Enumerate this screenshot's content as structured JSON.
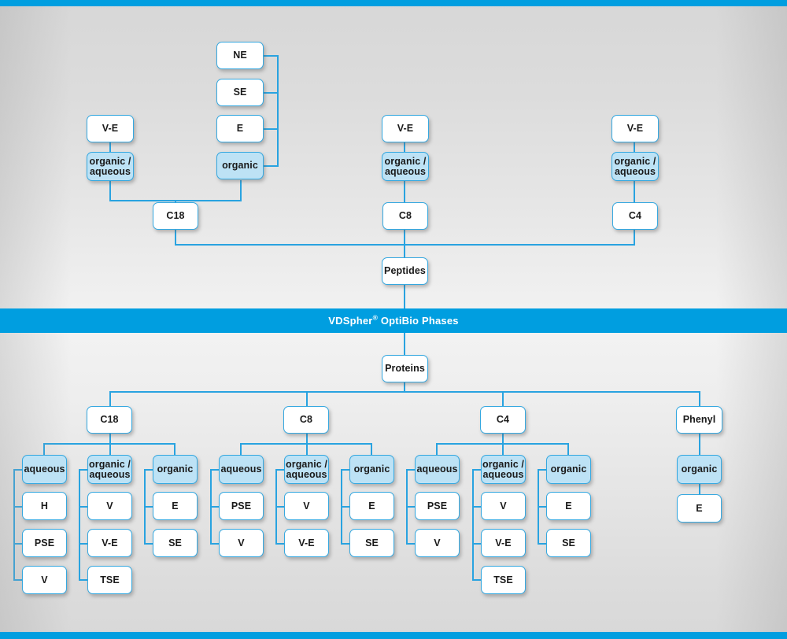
{
  "banner": {
    "text_before": "VDSpher",
    "registered": "®",
    "text_after": " OptiBio Phases",
    "color": "#009ee0"
  },
  "colors": {
    "accent": "#009ee0",
    "line": "#29a3e0",
    "box_border": "#35a8e0",
    "box_fill": "#ffffff",
    "box_fill_highlight": "#bde2f5",
    "background": "#e4e4e4"
  },
  "peptides": {
    "root_label": "Peptides",
    "columns": [
      {
        "name": "C18",
        "label": "C18",
        "modifier_label": "organic /\naqueous",
        "modifier_line1": "organic /",
        "modifier_line2": "aqueous",
        "modifier_children": [
          "V-E"
        ],
        "second_modifier_label": "organic",
        "second_modifier_children": [
          "NE",
          "SE",
          "E"
        ]
      },
      {
        "name": "C8",
        "label": "C8",
        "modifier_line1": "organic /",
        "modifier_line2": "aqueous",
        "modifier_children": [
          "V-E"
        ]
      },
      {
        "name": "C4",
        "label": "C4",
        "modifier_line1": "organic /",
        "modifier_line2": "aqueous",
        "modifier_children": [
          "V-E"
        ]
      }
    ]
  },
  "proteins": {
    "root_label": "Proteins",
    "columns": [
      {
        "label": "C18",
        "groups": [
          {
            "label_line1": "aqueous",
            "label_line2": "",
            "children": [
              "H",
              "PSE",
              "V"
            ]
          },
          {
            "label_line1": "organic /",
            "label_line2": "aqueous",
            "children": [
              "V",
              "V-E",
              "TSE"
            ]
          },
          {
            "label_line1": "organic",
            "label_line2": "",
            "children": [
              "E",
              "SE"
            ]
          }
        ]
      },
      {
        "label": "C8",
        "groups": [
          {
            "label_line1": "aqueous",
            "label_line2": "",
            "children": [
              "PSE",
              "V"
            ]
          },
          {
            "label_line1": "organic /",
            "label_line2": "aqueous",
            "children": [
              "V",
              "V-E"
            ]
          },
          {
            "label_line1": "organic",
            "label_line2": "",
            "children": [
              "E",
              "SE"
            ]
          }
        ]
      },
      {
        "label": "C4",
        "groups": [
          {
            "label_line1": "aqueous",
            "label_line2": "",
            "children": [
              "PSE",
              "V"
            ]
          },
          {
            "label_line1": "organic /",
            "label_line2": "aqueous",
            "children": [
              "V",
              "V-E",
              "TSE"
            ]
          },
          {
            "label_line1": "organic",
            "label_line2": "",
            "children": [
              "E",
              "SE"
            ]
          }
        ]
      },
      {
        "label": "Phenyl",
        "groups": [
          {
            "label_line1": "organic",
            "label_line2": "",
            "children": [
              "E"
            ]
          }
        ]
      }
    ]
  },
  "top_tree": {
    "c18": {
      "ve_label": "V-E",
      "oa_line1": "organic /",
      "oa_line2": "aqueous",
      "organic_label": "organic",
      "organic_children": [
        "NE",
        "SE",
        "E"
      ],
      "root_label": "C18"
    },
    "c8": {
      "ve_label": "V-E",
      "oa_line1": "organic /",
      "oa_line2": "aqueous",
      "root_label": "C8"
    },
    "c4": {
      "ve_label": "V-E",
      "oa_line1": "organic /",
      "oa_line2": "aqueous",
      "root_label": "C4"
    }
  }
}
